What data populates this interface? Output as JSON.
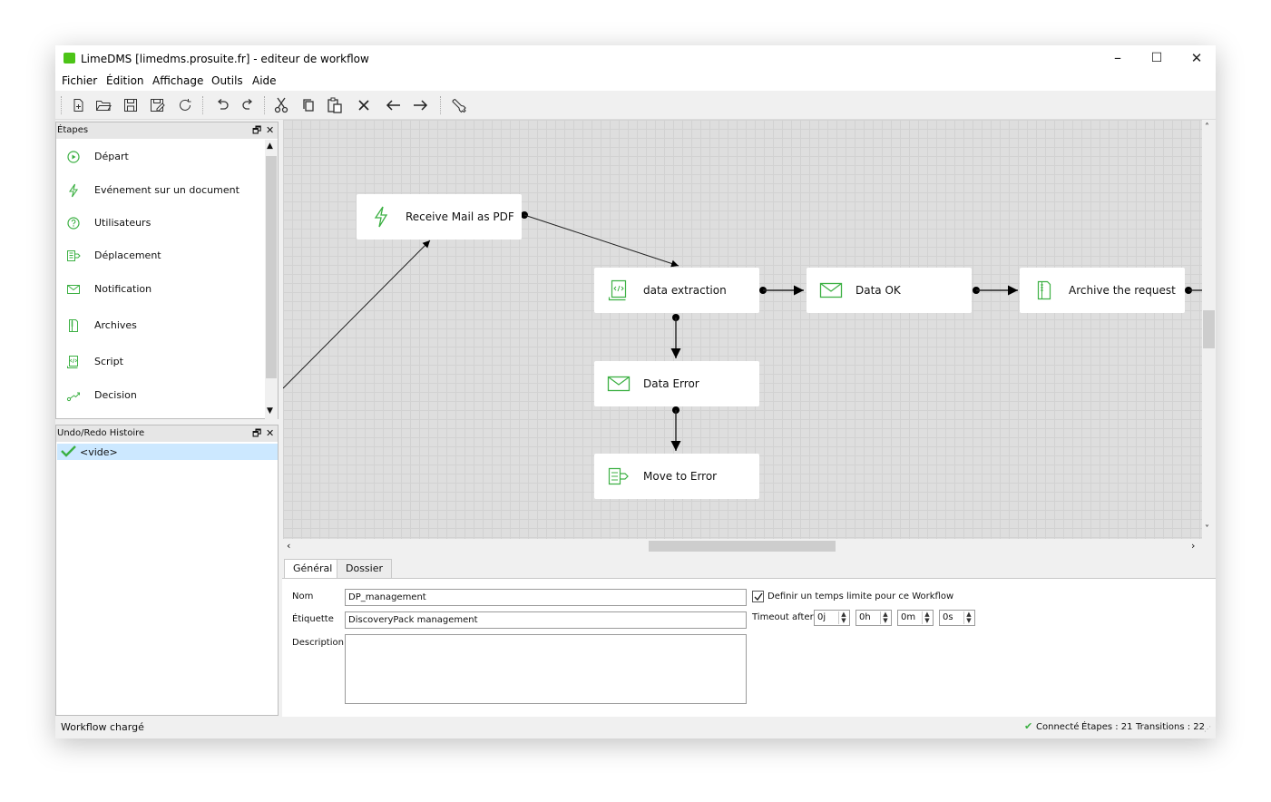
{
  "window": {
    "title": "LimeDMS [limedms.prosuite.fr] - editeur de workflow",
    "controls": {
      "minimize": "–",
      "maximize": "☐",
      "close": "✕"
    }
  },
  "menubar": [
    "Fichier",
    "Édition",
    "Affichage",
    "Outils",
    "Aide"
  ],
  "toolbar": {
    "icons": [
      "new-file-icon",
      "open-folder-icon",
      "save-icon",
      "save-as-icon",
      "refresh-icon",
      "undo-icon",
      "redo-icon",
      "cut-icon",
      "copy-icon",
      "paste-icon",
      "delete-icon",
      "arrow-left-icon",
      "arrow-right-icon",
      "settings-wrench-icon"
    ]
  },
  "steps_panel": {
    "title": "Étapes",
    "items": [
      {
        "label": "Départ",
        "icon": "start-icon"
      },
      {
        "label": "Evénement sur un document",
        "icon": "lightning-icon"
      },
      {
        "label": "Utilisateurs",
        "icon": "question-icon"
      },
      {
        "label": "Déplacement",
        "icon": "move-icon"
      },
      {
        "label": "Notification",
        "icon": "mail-icon"
      },
      {
        "label": "Archives",
        "icon": "archive-icon"
      },
      {
        "label": "Script",
        "icon": "script-icon"
      },
      {
        "label": "Decision",
        "icon": "decision-icon"
      }
    ]
  },
  "history_panel": {
    "title": "Undo/Redo Histoire",
    "items": [
      "<vide>"
    ]
  },
  "workflow": {
    "nodes": [
      {
        "label": "Receive Mail as PDF",
        "icon": "lightning-icon"
      },
      {
        "label": "data extraction",
        "icon": "script-icon"
      },
      {
        "label": "Data OK",
        "icon": "mail-icon"
      },
      {
        "label": "Archive the request",
        "icon": "archive-icon"
      },
      {
        "label": "Data Error",
        "icon": "mail-icon"
      },
      {
        "label": "Move to Error",
        "icon": "move-icon"
      }
    ]
  },
  "properties": {
    "tabs": [
      "Général",
      "Dossier"
    ],
    "active_tab": "Général",
    "nom_label": "Nom",
    "nom_value": "DP_management",
    "etiquette_label": "Étiquette",
    "etiquette_value": "DiscoveryPack management",
    "description_label": "Description",
    "description_value": "",
    "timelimit_label": "Definir un temps limite pour ce Workflow",
    "timelimit_checked": true,
    "timeout_label": "Timeout after",
    "timeout": {
      "days": "0j",
      "hours": "0h",
      "minutes": "0m",
      "seconds": "0s"
    }
  },
  "statusbar": {
    "message": "Workflow chargé",
    "connection": "Connecté",
    "steps_count": "Étapes : 21",
    "transitions_count": "Transitions : 22"
  },
  "colors": {
    "accent_green": "#3cb043",
    "selection": "#cce8ff",
    "canvas": "#dedede"
  }
}
